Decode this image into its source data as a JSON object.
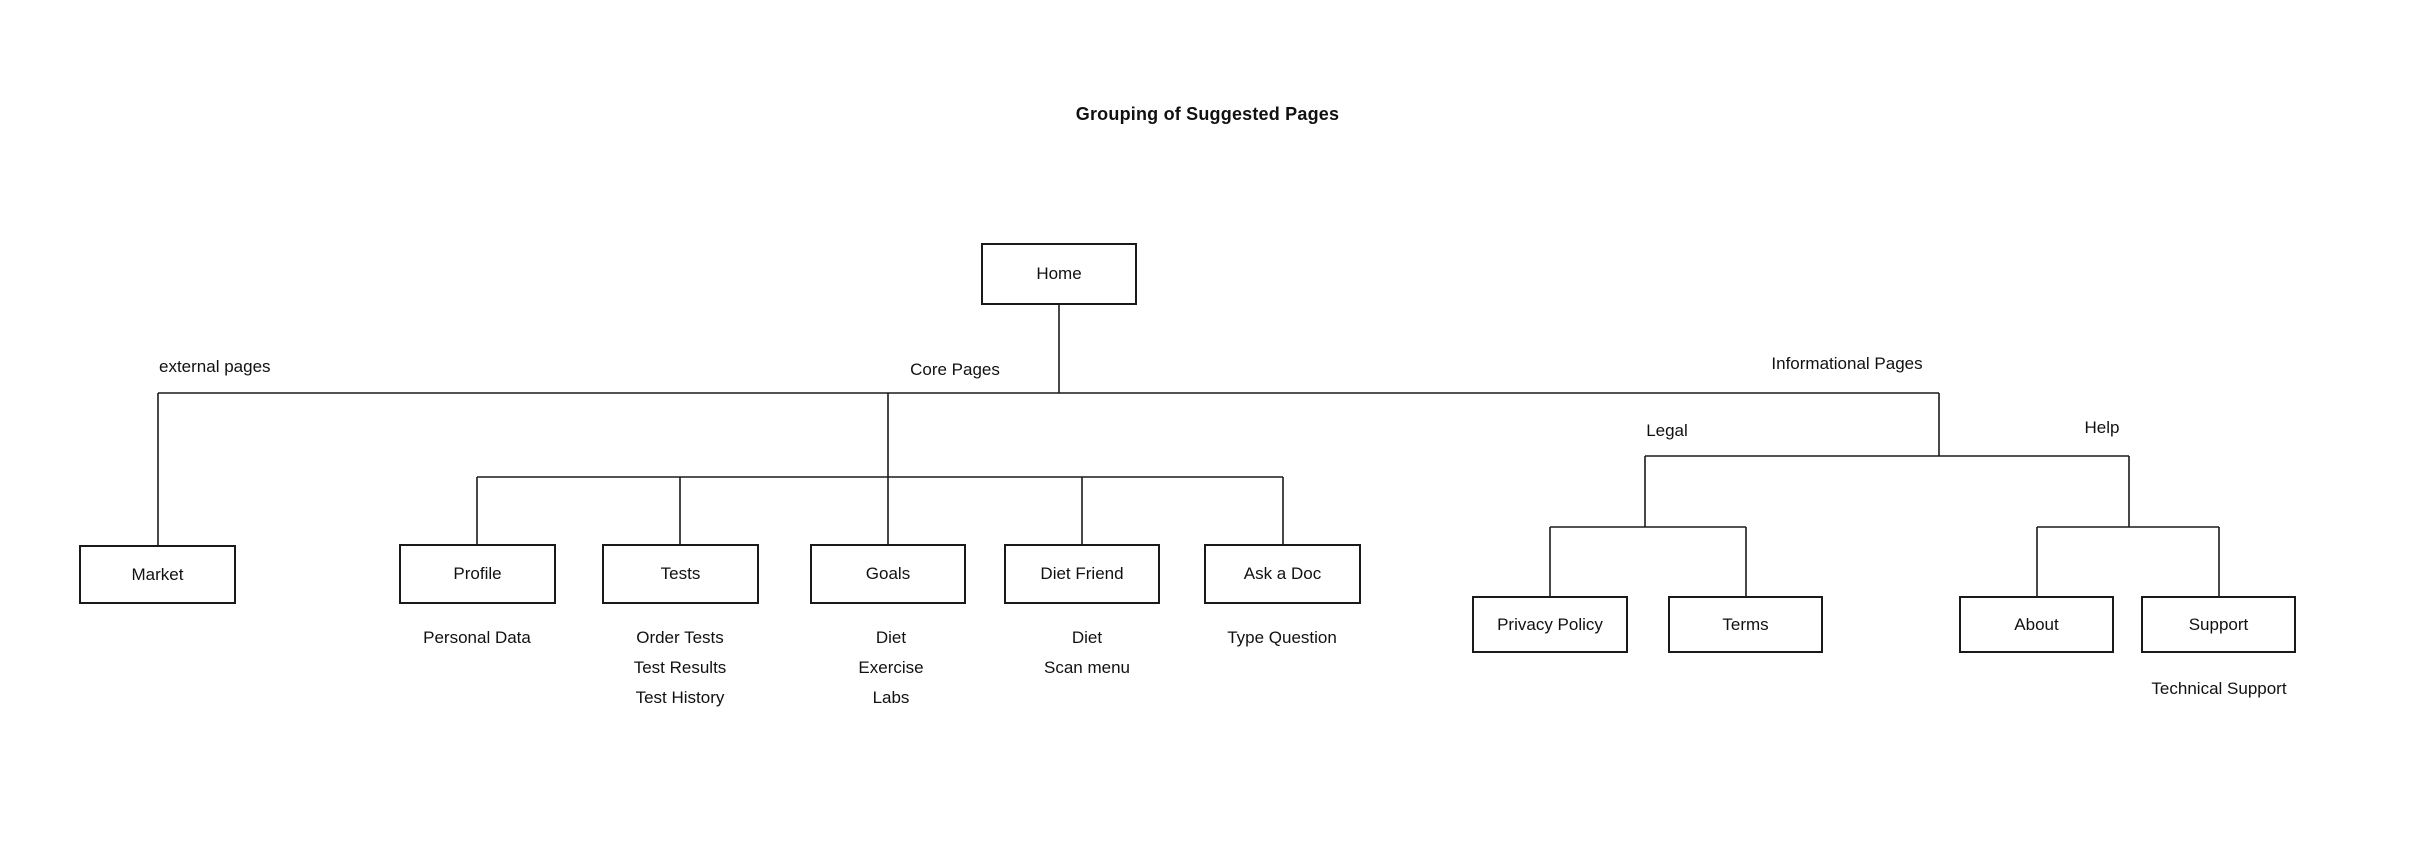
{
  "title": "Grouping of Suggested Pages",
  "branch_labels": {
    "external": "external pages",
    "core": "Core Pages",
    "informational": "Informational Pages",
    "legal": "Legal",
    "help": "Help"
  },
  "nodes": {
    "home": {
      "label": "Home"
    },
    "market": {
      "label": "Market"
    },
    "profile": {
      "label": "Profile",
      "children": [
        "Personal Data"
      ]
    },
    "tests": {
      "label": "Tests",
      "children": [
        "Order Tests",
        "Test Results",
        "Test History"
      ]
    },
    "goals": {
      "label": "Goals",
      "children": [
        "Diet",
        "Exercise",
        "Labs"
      ]
    },
    "diet_friend": {
      "label": "Diet Friend",
      "children": [
        "Diet",
        "Scan menu"
      ]
    },
    "ask_a_doc": {
      "label": "Ask a Doc",
      "children": [
        "Type Question"
      ]
    },
    "privacy_policy": {
      "label": "Privacy Policy"
    },
    "terms": {
      "label": "Terms"
    },
    "about": {
      "label": "About"
    },
    "support": {
      "label": "Support",
      "children": [
        "Technical Support"
      ]
    }
  },
  "colors": {
    "background": "#ffffff",
    "line": "#1a1a1a",
    "text": "#111111"
  }
}
